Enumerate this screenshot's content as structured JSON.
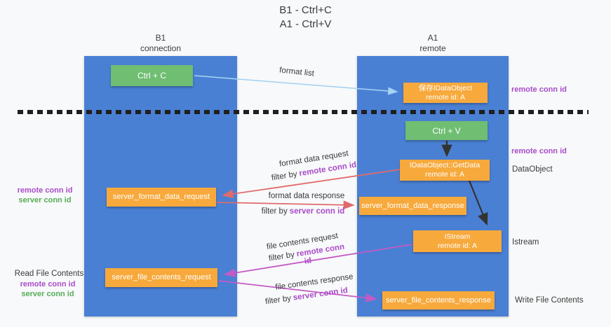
{
  "title": {
    "line1": "B1 - Ctrl+C",
    "line2": "A1 - Ctrl+V"
  },
  "columns": {
    "left": {
      "name": "B1",
      "subtitle": "connection"
    },
    "right": {
      "name": "A1",
      "subtitle": "remote"
    }
  },
  "nodes": {
    "ctrl_c": {
      "label": "Ctrl + C"
    },
    "ctrl_v": {
      "label": "Ctrl + V"
    },
    "save_dataobject": {
      "line1": "保存IDataObject",
      "line2": "remote id: A"
    },
    "getdata": {
      "line1": "IDataObject::GetData",
      "line2": "remote id: A"
    },
    "istream": {
      "line1": "IStream",
      "line2": "remote id: A"
    },
    "format_request": {
      "label": "server_format_data_request"
    },
    "format_response": {
      "label": "server_format_data_response"
    },
    "file_request": {
      "label": "server_file_contents_request"
    },
    "file_response": {
      "label": "server_file_contents_response"
    }
  },
  "flow_labels": {
    "format_list": "format list",
    "format_data_request": "format data request",
    "format_data_response": "format data response",
    "file_contents_request": "file contents request",
    "file_contents_response": "file contents response",
    "filter_by": "filter by",
    "remote_conn_id": "remote conn id",
    "server_conn_id": "server conn id"
  },
  "annotations": {
    "remote_conn_id": "remote conn id",
    "server_conn_id": "server conn id",
    "dataobject": "DataObject",
    "istream": "Istream",
    "read_file_contents": "Read File Contents",
    "write_file_contents": "Write File Contents"
  },
  "colors": {
    "column_blue": "#4a80d4",
    "box_green": "#6fbe72",
    "box_orange": "#f7a93c",
    "purple_text": "#a84cc8",
    "green_text": "#55ad57",
    "arrow_red": "#e06b6b",
    "arrow_magenta": "#c45ac6",
    "arrow_blue": "#a6d3f2",
    "arrow_black": "#333333"
  }
}
